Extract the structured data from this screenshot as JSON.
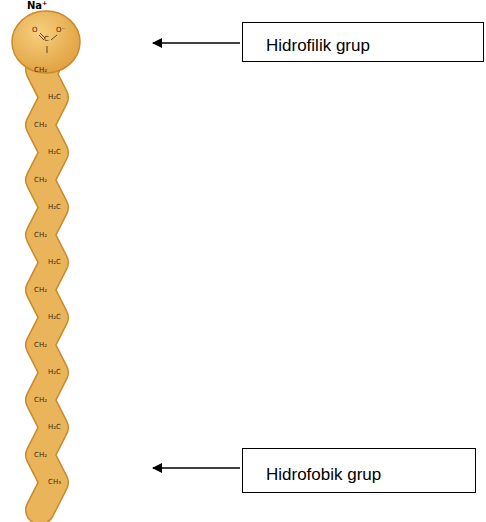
{
  "diagram": {
    "nodes": [
      {
        "text": [
          "Hidrofilik grup"
        ]
      },
      {
        "text": [
          "Hidrofobik grup"
        ]
      }
    ],
    "labels": [
      "Na⁺",
      "O",
      "C",
      "O⁻",
      "CH₂",
      "H₂C",
      "CH₂",
      "H₂C",
      "CH₂",
      "H₂C",
      "CH₂",
      "H₂C",
      "CH₂",
      "H₂C",
      "CH₂",
      "H₂C",
      "CH₂",
      "H₂C",
      "CH₂",
      "CH₃"
    ]
  }
}
